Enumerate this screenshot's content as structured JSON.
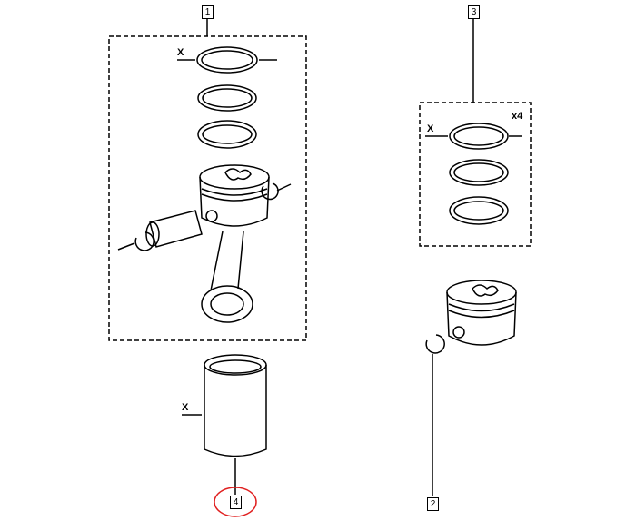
{
  "callouts": {
    "c1": "1",
    "c2": "2",
    "c3": "3",
    "c4": "4"
  },
  "labels": {
    "x_rings": "X",
    "x_rings_kit": "X",
    "x_liner": "X",
    "qty": "x4"
  },
  "colors": {
    "highlight": "#e02020",
    "line": "#000000"
  }
}
